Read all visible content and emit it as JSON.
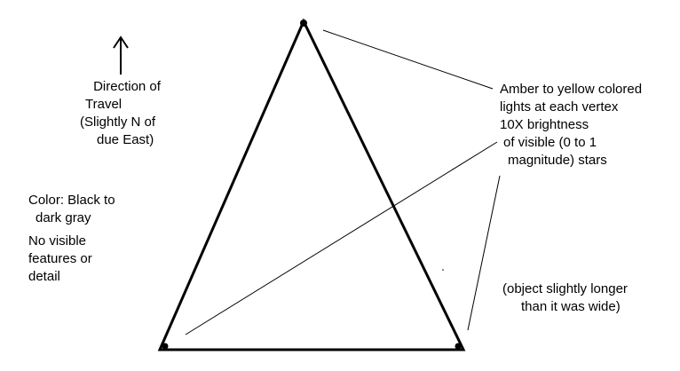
{
  "colors": {
    "background": "#ffffff",
    "ink": "#000000"
  },
  "icons": {
    "direction_arrow": "arrow-up-icon"
  },
  "direction": {
    "lines": [
      "Direction of",
      "Travel",
      "(Slightly N of",
      "due East)"
    ]
  },
  "lights": {
    "lines": [
      "Amber to yellow colored",
      "lights at each vertex",
      "10X brightness",
      "of visible  (0 to 1",
      "magnitude) stars"
    ]
  },
  "color_note": {
    "lines": [
      "Color: Black to",
      "dark gray"
    ]
  },
  "features_note": {
    "lines": [
      "No visible",
      "features or",
      "detail"
    ]
  },
  "shape_note": {
    "lines": [
      "(object slightly longer",
      "than it was wide)"
    ]
  }
}
